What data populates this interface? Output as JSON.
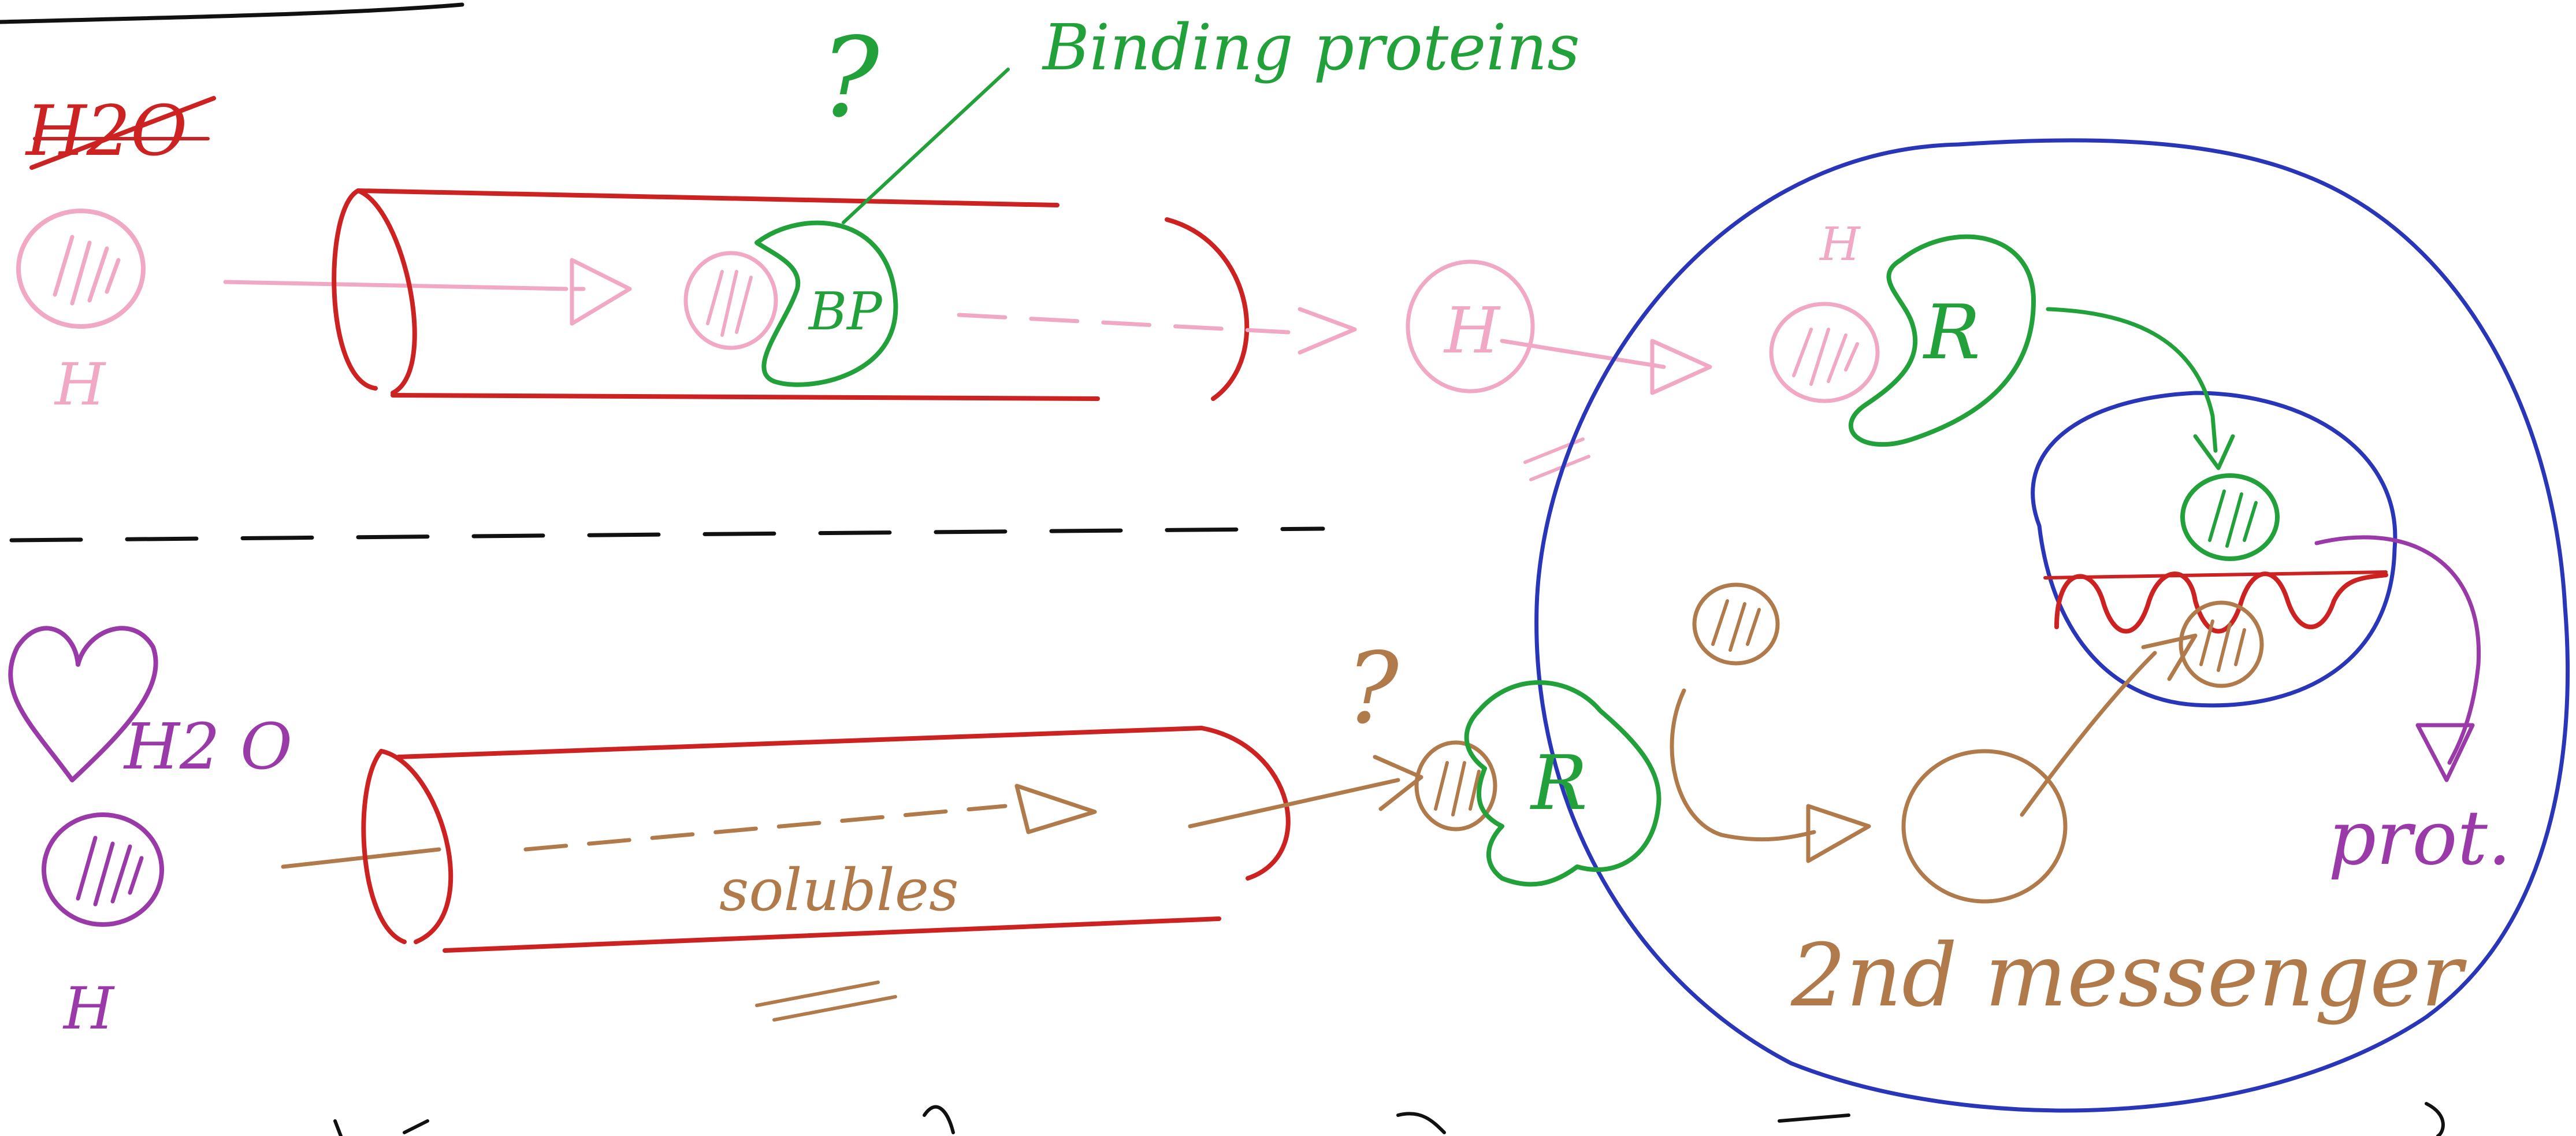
{
  "colors": {
    "red": "#cc2222",
    "pink": "#f0a8c4",
    "green": "#22a03a",
    "blue": "#2a36b8",
    "brown": "#b07a4a",
    "purple": "#9a3aa8",
    "black": "#111111"
  },
  "labels": {
    "question_top": "?",
    "binding_proteins": "Binding proteins",
    "h2o_crossed": "H2O",
    "hormone_top": "H",
    "bp": "BP",
    "hormone_free": "H",
    "hormone_cell": "H",
    "receptor_top": "R",
    "heart_h2o": "H2 O",
    "hormone_bottom": "H",
    "solubles": "solubles",
    "question_bottom": "?",
    "receptor_bottom": "R",
    "prot": "prot.",
    "second_messenger": "2nd messenger"
  }
}
